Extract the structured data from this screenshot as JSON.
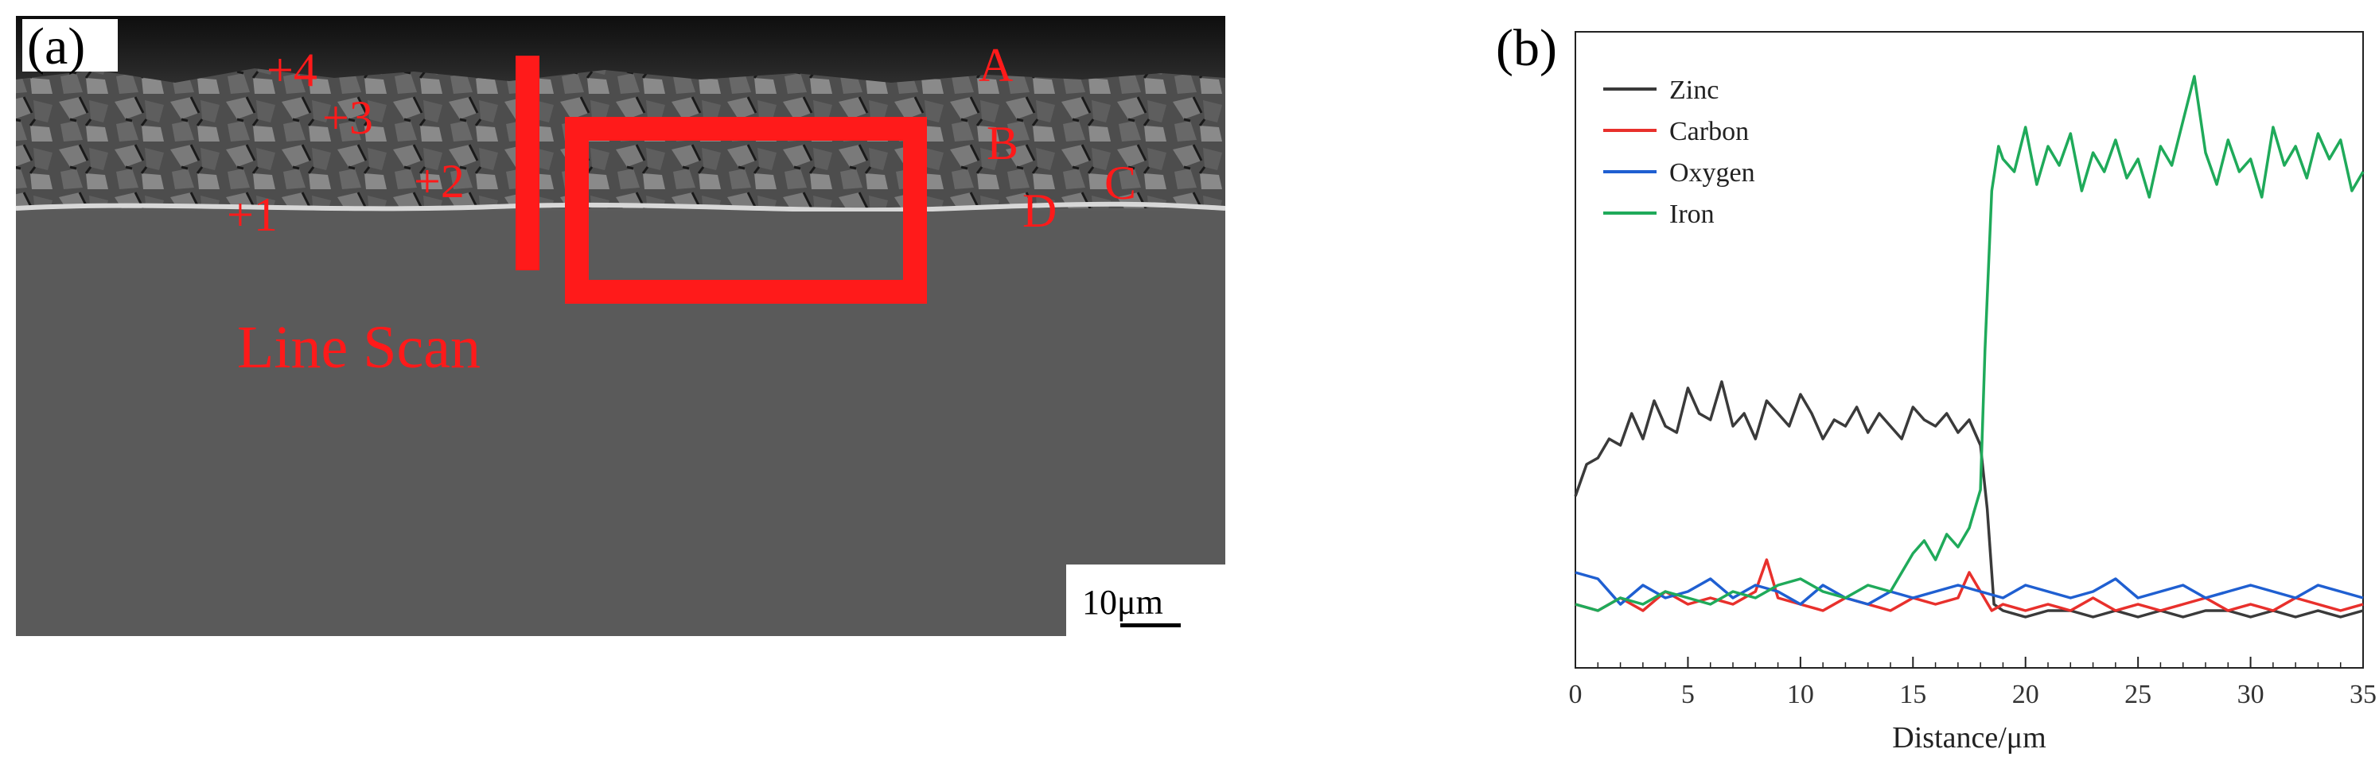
{
  "panel_a": {
    "label": "(a)",
    "markers": [
      "+4",
      "+3",
      "+2",
      "+1"
    ],
    "regions": [
      "A",
      "B",
      "C",
      "D"
    ],
    "line_scan_label": "Line Scan",
    "scale_bar": "10μm",
    "annotation_color": "#ff1a1a"
  },
  "panel_b": {
    "label": "(b)"
  },
  "chart_data": {
    "type": "line",
    "title": "",
    "xlabel": "Distance/μm",
    "ylabel": "",
    "xlim": [
      0,
      35
    ],
    "ylim": [
      0,
      100
    ],
    "xticks": [
      0,
      5,
      10,
      15,
      20,
      25,
      30,
      35
    ],
    "grid": false,
    "legend": "top-left",
    "series": [
      {
        "name": "Zinc",
        "color": "#3a3a3a",
        "x": [
          0,
          0.5,
          1,
          1.5,
          2,
          2.5,
          3,
          3.5,
          4,
          4.5,
          5,
          5.5,
          6,
          6.5,
          7,
          7.5,
          8,
          8.5,
          9,
          9.5,
          10,
          10.5,
          11,
          11.5,
          12,
          12.5,
          13,
          13.5,
          14,
          14.5,
          15,
          15.5,
          16,
          16.5,
          17,
          17.5,
          18,
          18.3,
          18.6,
          19,
          20,
          21,
          22,
          23,
          24,
          25,
          26,
          27,
          28,
          29,
          30,
          31,
          32,
          33,
          34,
          35
        ],
        "y": [
          27,
          32,
          33,
          36,
          35,
          40,
          36,
          42,
          38,
          37,
          44,
          40,
          39,
          45,
          38,
          40,
          36,
          42,
          40,
          38,
          43,
          40,
          36,
          39,
          38,
          41,
          37,
          40,
          38,
          36,
          41,
          39,
          38,
          40,
          37,
          39,
          35,
          25,
          10,
          9,
          8,
          9,
          9,
          8,
          9,
          8,
          9,
          8,
          9,
          9,
          8,
          9,
          8,
          9,
          8,
          9
        ]
      },
      {
        "name": "Carbon",
        "color": "#e8302c",
        "x": [
          0,
          1,
          2,
          3,
          4,
          5,
          6,
          7,
          8,
          8.5,
          9,
          10,
          11,
          12,
          13,
          14,
          15,
          16,
          17,
          17.5,
          18,
          18.5,
          19,
          20,
          21,
          22,
          23,
          24,
          25,
          26,
          27,
          28,
          29,
          30,
          31,
          32,
          33,
          34,
          35
        ],
        "y": [
          10,
          9,
          11,
          9,
          12,
          10,
          11,
          10,
          12,
          17,
          11,
          10,
          9,
          11,
          10,
          9,
          11,
          10,
          11,
          15,
          12,
          9,
          10,
          9,
          10,
          9,
          11,
          9,
          10,
          9,
          10,
          11,
          9,
          10,
          9,
          11,
          10,
          9,
          10
        ]
      },
      {
        "name": "Oxygen",
        "color": "#1f5fd1",
        "x": [
          0,
          1,
          2,
          3,
          4,
          5,
          6,
          7,
          8,
          9,
          10,
          11,
          12,
          13,
          14,
          15,
          16,
          17,
          18,
          19,
          20,
          21,
          22,
          23,
          24,
          25,
          26,
          27,
          28,
          29,
          30,
          31,
          32,
          33,
          34,
          35
        ],
        "y": [
          15,
          14,
          10,
          13,
          11,
          12,
          14,
          11,
          13,
          12,
          10,
          13,
          11,
          10,
          12,
          11,
          12,
          13,
          12,
          11,
          13,
          12,
          11,
          12,
          14,
          11,
          12,
          13,
          11,
          12,
          13,
          12,
          11,
          13,
          12,
          11
        ]
      },
      {
        "name": "Iron",
        "color": "#1faa5a",
        "x": [
          0,
          1,
          2,
          3,
          4,
          5,
          6,
          7,
          8,
          9,
          10,
          11,
          12,
          13,
          14,
          15,
          15.5,
          16,
          16.5,
          17,
          17.5,
          18,
          18.2,
          18.5,
          18.8,
          19,
          19.5,
          20,
          20.5,
          21,
          21.5,
          22,
          22.5,
          23,
          23.5,
          24,
          24.5,
          25,
          25.5,
          26,
          26.5,
          27,
          27.5,
          28,
          28.5,
          29,
          29.5,
          30,
          30.5,
          31,
          31.5,
          32,
          32.5,
          33,
          33.5,
          34,
          34.5,
          35
        ],
        "y": [
          10,
          9,
          11,
          10,
          12,
          11,
          10,
          12,
          11,
          13,
          14,
          12,
          11,
          13,
          12,
          18,
          20,
          17,
          21,
          19,
          22,
          28,
          50,
          75,
          82,
          80,
          78,
          85,
          76,
          82,
          79,
          84,
          75,
          81,
          78,
          83,
          77,
          80,
          74,
          82,
          79,
          86,
          93,
          81,
          76,
          83,
          78,
          80,
          74,
          85,
          79,
          82,
          77,
          84,
          80,
          83,
          75,
          78
        ]
      }
    ]
  }
}
